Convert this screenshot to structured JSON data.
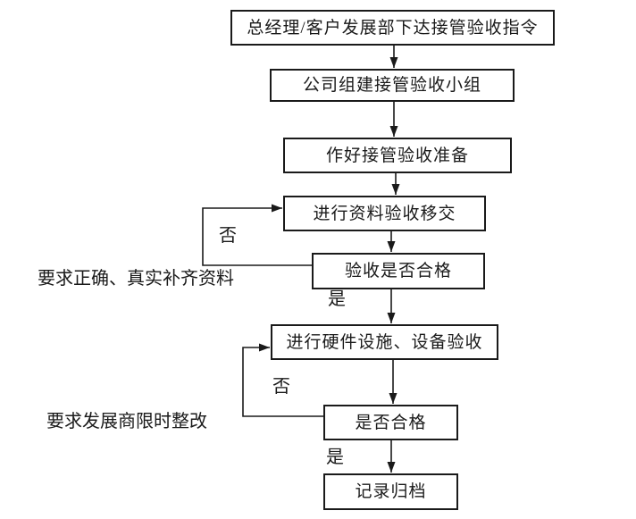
{
  "flowchart": {
    "nodes": {
      "issue_directive": "总经理/客户发展部下达接管验收指令",
      "form_team": "公司组建接管验收小组",
      "prepare": "作好接管验收准备",
      "document_handover": "进行资料验收移交",
      "document_check": "验收是否合格",
      "hardware_check": "进行硬件设施、设备验收",
      "pass_check": "是否合格",
      "archive": "记录归档"
    },
    "edge_labels": {
      "no1": "否",
      "yes1": "是",
      "no2": "否",
      "yes2": "是"
    },
    "annotations": {
      "fix_documents": "要求正确、真实补齐资料",
      "developer_rectify": "要求发展商限时整改"
    },
    "line_color": "#1a1a1a",
    "background_color": "#ffffff"
  }
}
